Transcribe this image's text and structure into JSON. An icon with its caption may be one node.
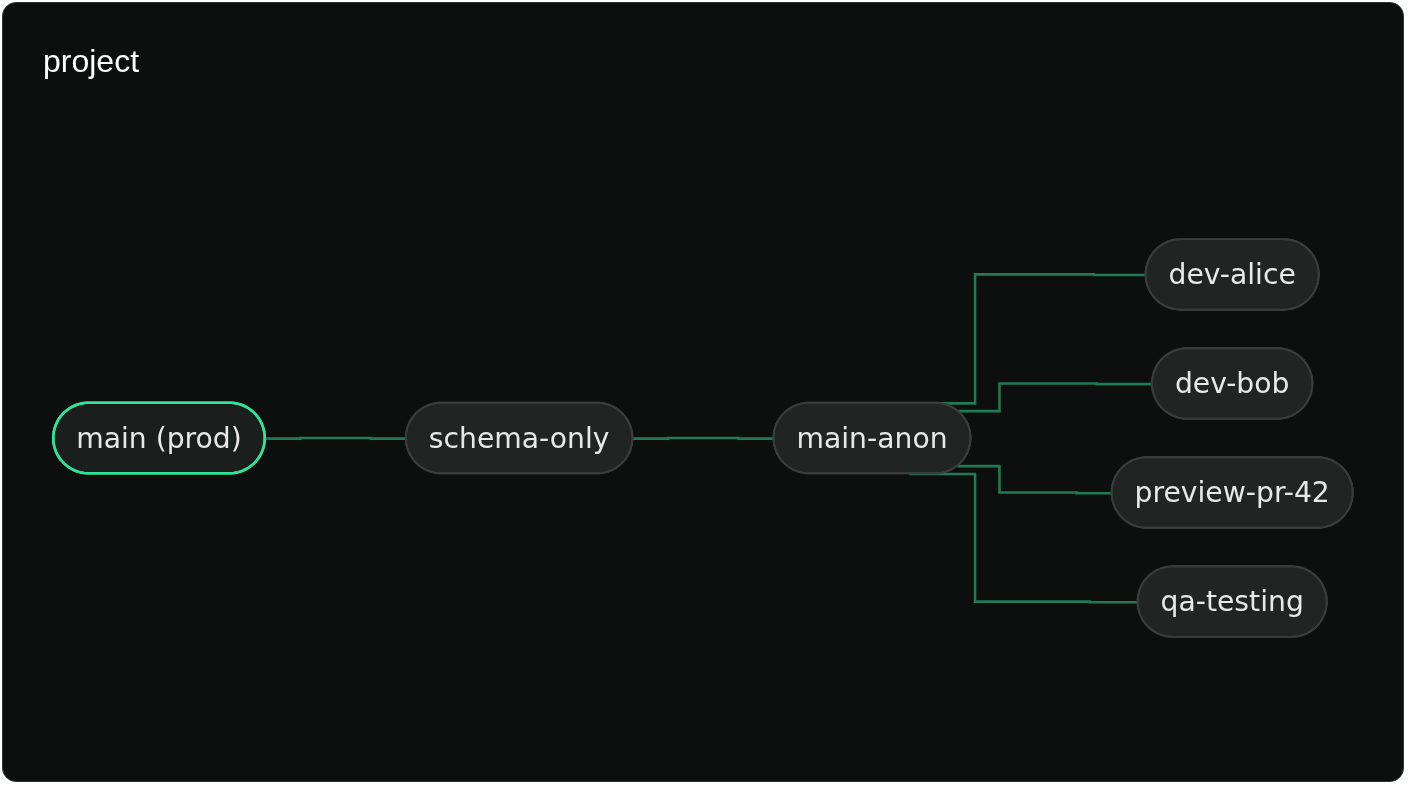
{
  "diagram": {
    "title": "project",
    "nodes": [
      {
        "text": [
          "main (prod)"
        ]
      },
      {
        "text": [
          "schema-only"
        ]
      },
      {
        "text": [
          "main-anon"
        ]
      },
      {
        "text": [
          "dev-alice"
        ]
      },
      {
        "text": [
          "dev-bob"
        ]
      },
      {
        "text": [
          "preview-pr-42"
        ]
      },
      {
        "text": [
          "qa-testing"
        ]
      }
    ],
    "edges": [
      {
        "from": 0,
        "to": 1,
        "arrow": "none"
      },
      {
        "from": 1,
        "to": 2,
        "arrow": "none"
      },
      {
        "from": 2,
        "to": 3,
        "arrow": "none"
      },
      {
        "from": 2,
        "to": 4,
        "arrow": "none"
      },
      {
        "from": 2,
        "to": 5,
        "arrow": "none"
      },
      {
        "from": 2,
        "to": 6,
        "arrow": "none"
      }
    ]
  }
}
